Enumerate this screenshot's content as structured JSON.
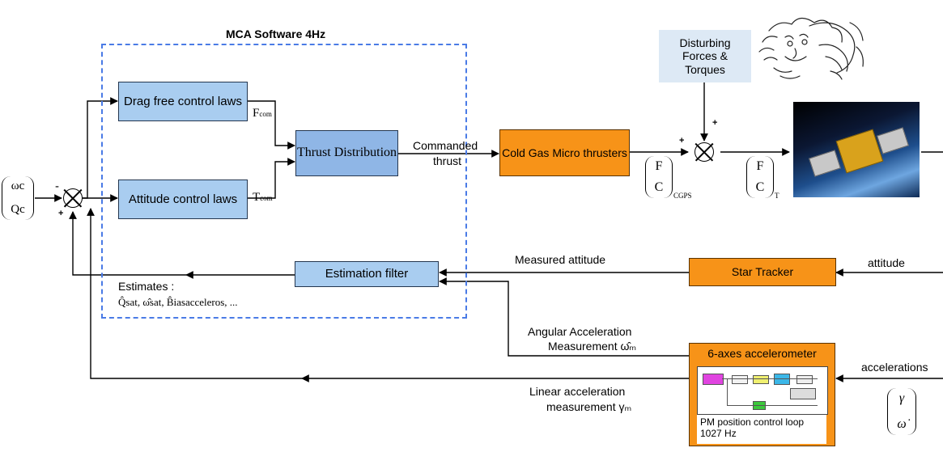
{
  "software_box": {
    "title": "MCA Software 4Hz"
  },
  "blocks": {
    "drag_free": "Drag free control laws",
    "attitude_control": "Attitude control laws",
    "thrust_distribution": "Thrust Distribution",
    "cold_gas": "Cold Gas Micro thrusters",
    "disturbing": "Disturbing Forces & Torques",
    "estimation_filter": "Estimation filter",
    "star_tracker": "Star Tracker",
    "accelerometer": {
      "title": "6-axes accelerometer",
      "note": "PM position control loop 1027 Hz"
    }
  },
  "signals": {
    "f_com": "F",
    "f_com_sub": "com",
    "t_com": "T",
    "t_com_sub": "com",
    "commanded_thrust_1": "Commanded",
    "commanded_thrust_2": "thrust",
    "measured_attitude": "Measured attitude",
    "attitude": "attitude",
    "angular_1": "Angular Acceleration",
    "angular_2": "Measurement ω̂ₘ",
    "linear_1": "Linear acceleration",
    "linear_2": "measurement γₘ",
    "accelerations": "accelerations",
    "estimates_title": "Estimates :",
    "estimates_values": "Q̂sat, ω̂sat, B̂iasacceleros, ..."
  },
  "vectors": {
    "reference": {
      "top": "ωc",
      "bottom": "Qc"
    },
    "cgps": {
      "top": "F",
      "bottom": "C",
      "sub": "CGPS"
    },
    "total": {
      "top": "F",
      "bottom": "C",
      "sub": "T"
    },
    "accel_input": {
      "top": "γ",
      "bottom": "ω̇"
    }
  },
  "signs": {
    "sum1_minus": "-",
    "sum1_plus": "+",
    "sum2_plus_left": "+",
    "sum2_plus_top": "+"
  },
  "colors": {
    "blue_block": "#a9cdf0",
    "thrust_block": "#8fb6e6",
    "orange_block": "#f79318",
    "disturb_block": "#dde9f5",
    "dashed_border": "#4a7be6"
  }
}
